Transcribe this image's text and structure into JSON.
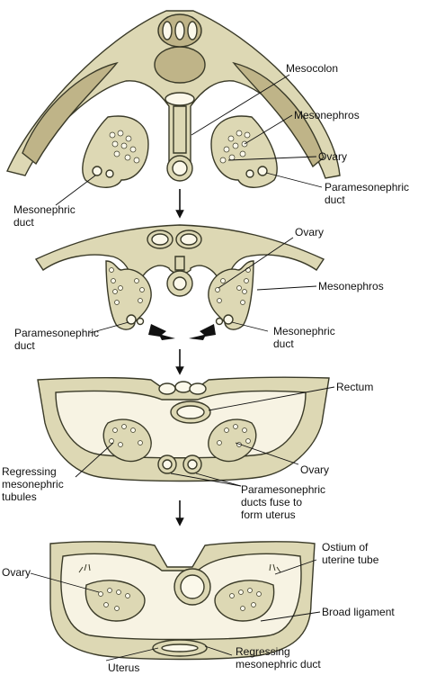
{
  "colors": {
    "tissue": "#ddd8b4",
    "dark_tissue": "#bfb488",
    "cavity": "#f7f3e3",
    "outline": "#3a3a28",
    "tubule": "#fbf8ea",
    "arrow": "#111111"
  },
  "stage1": {
    "labels": {
      "mesocolon": "Mesocolon",
      "mesonephros": "Mesonephros",
      "ovary": "Ovary",
      "paramesonephric_duct_1": "Paramesonephric",
      "paramesonephric_duct_2": "duct",
      "mesonephric_duct_1": "Mesonephric",
      "mesonephric_duct_2": "duct"
    }
  },
  "stage2": {
    "labels": {
      "ovary": "Ovary",
      "mesonephros": "Mesonephros",
      "paramesonephric_duct_1": "Paramesonephric",
      "paramesonephric_duct_2": "duct",
      "mesonephric_duct_1": "Mesonephric",
      "mesonephric_duct_2": "duct"
    }
  },
  "stage3": {
    "labels": {
      "rectum": "Rectum",
      "ovary": "Ovary",
      "regressing_tubules_1": "Regressing",
      "regressing_tubules_2": "mesonephric",
      "regressing_tubules_3": "tubules",
      "ducts_fuse_1": "Paramesonephric",
      "ducts_fuse_2": "ducts fuse to",
      "ducts_fuse_3": "form uterus"
    }
  },
  "stage4": {
    "labels": {
      "ovary": "Ovary",
      "ostium_1": "Ostium of",
      "ostium_2": "uterine tube",
      "broad_ligament": "Broad ligament",
      "uterus": "Uterus",
      "regressing_duct_1": "Regressing",
      "regressing_duct_2": "mesonephric duct"
    }
  }
}
